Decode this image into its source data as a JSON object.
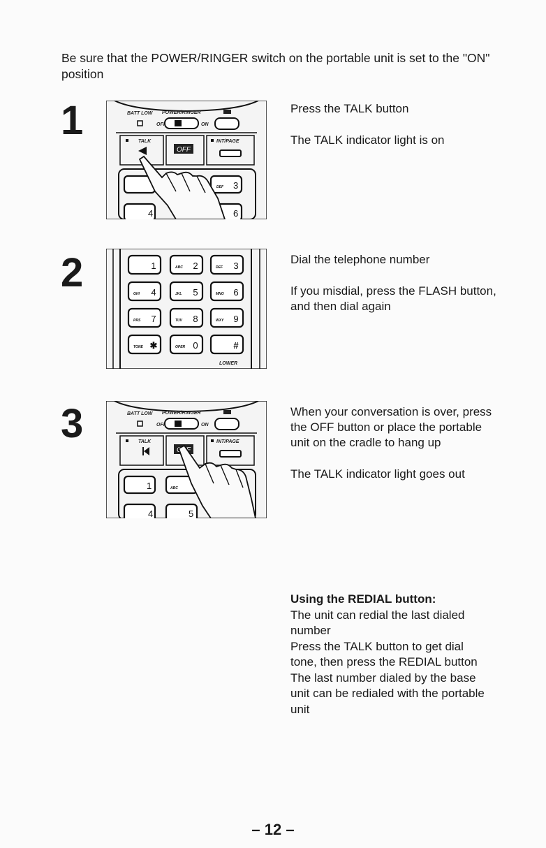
{
  "intro": "Be sure that the POWER/RINGER switch on the portable unit is set to the \"ON\" position",
  "steps": [
    {
      "number": "1",
      "lines": [
        "Press the TALK button",
        "The TALK indicator light is on"
      ]
    },
    {
      "number": "2",
      "lines": [
        "Dial the telephone number",
        "If you misdial, press the FLASH button, and then dial again"
      ]
    },
    {
      "number": "3",
      "lines": [
        "When your conversation is over, press the OFF button or place the portable unit on the cradle to hang up",
        "The TALK indicator light goes out"
      ]
    }
  ],
  "figure_labels": {
    "batt_low": "BATT LOW",
    "power_ringer": "POWER/RINGER",
    "off": "OFF",
    "on": "ON",
    "talk": "TALK",
    "off_button": "OFF",
    "int_page": "INT/PAGE",
    "lower": "LOWER",
    "tone": "TONE",
    "oper": "OPER"
  },
  "keypad": [
    {
      "digit": "1",
      "letters": ""
    },
    {
      "digit": "2",
      "letters": "ABC"
    },
    {
      "digit": "3",
      "letters": "DEF"
    },
    {
      "digit": "4",
      "letters": "GHI"
    },
    {
      "digit": "5",
      "letters": "JKL"
    },
    {
      "digit": "6",
      "letters": "MNO"
    },
    {
      "digit": "7",
      "letters": "PRS"
    },
    {
      "digit": "8",
      "letters": "TUV"
    },
    {
      "digit": "9",
      "letters": "WXY"
    },
    {
      "digit": "✱",
      "letters": "TONE"
    },
    {
      "digit": "0",
      "letters": "OPER"
    },
    {
      "digit": "#",
      "letters": ""
    }
  ],
  "redial": {
    "heading": "Using the REDIAL button:",
    "lines": [
      "The unit can redial the last dialed number",
      "Press the TALK button to get dial tone, then press the REDIAL button",
      "The last number dialed by the base unit can be redialed with the portable unit"
    ]
  },
  "page_number": "– 12 –"
}
